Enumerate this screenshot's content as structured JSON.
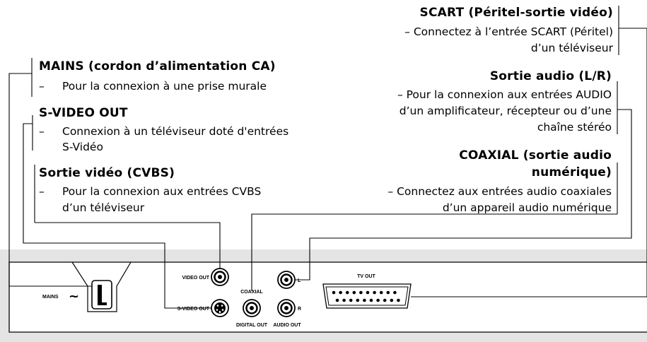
{
  "left": {
    "mains": {
      "title": "MAINS (cordon d’alimentation CA)",
      "dash": "–",
      "lines": [
        "Pour la connexion à une prise murale"
      ]
    },
    "svideo": {
      "title": "S-VIDEO OUT",
      "dash": "–",
      "lines": [
        "Connexion à un téléviseur doté d'entrées",
        "S-Vidéo"
      ]
    },
    "cvbs": {
      "title": "Sortie vidéo (CVBS)",
      "dash": "–",
      "lines": [
        "Pour la connexion aux entrées CVBS",
        "d’un téléviseur"
      ]
    }
  },
  "right": {
    "scart": {
      "title": "SCART (Péritel-sortie vidéo)",
      "lines": [
        "– Connectez à l’entrée SCART (Péritel)",
        "d’un téléviseur"
      ]
    },
    "audio": {
      "title": "Sortie audio (L/R)",
      "lines": [
        "– Pour la connexion aux entrées AUDIO",
        "d’un amplificateur, récepteur ou d’une",
        "chaîne stéréo"
      ]
    },
    "coaxial": {
      "title": [
        "COAXIAL (sortie audio",
        "numérique)"
      ],
      "lines": [
        "– Connectez aux entrées audio coaxiales",
        "d’un appareil audio numérique"
      ]
    }
  },
  "panel": {
    "mains": "MAINS",
    "video_out": "VIDEO OUT",
    "svideo_out": "S-VIDEO OUT",
    "coaxial": "COAXIAL",
    "digital_out": "DIGITAL OUT",
    "audio_l": "L",
    "audio_r": "R",
    "audio_out": "AUDIO OUT",
    "tv_out": "TV OUT"
  },
  "colors": {
    "panel_band": "#e4e4e4",
    "panel_face": "#ffffff",
    "line": "#000000"
  }
}
